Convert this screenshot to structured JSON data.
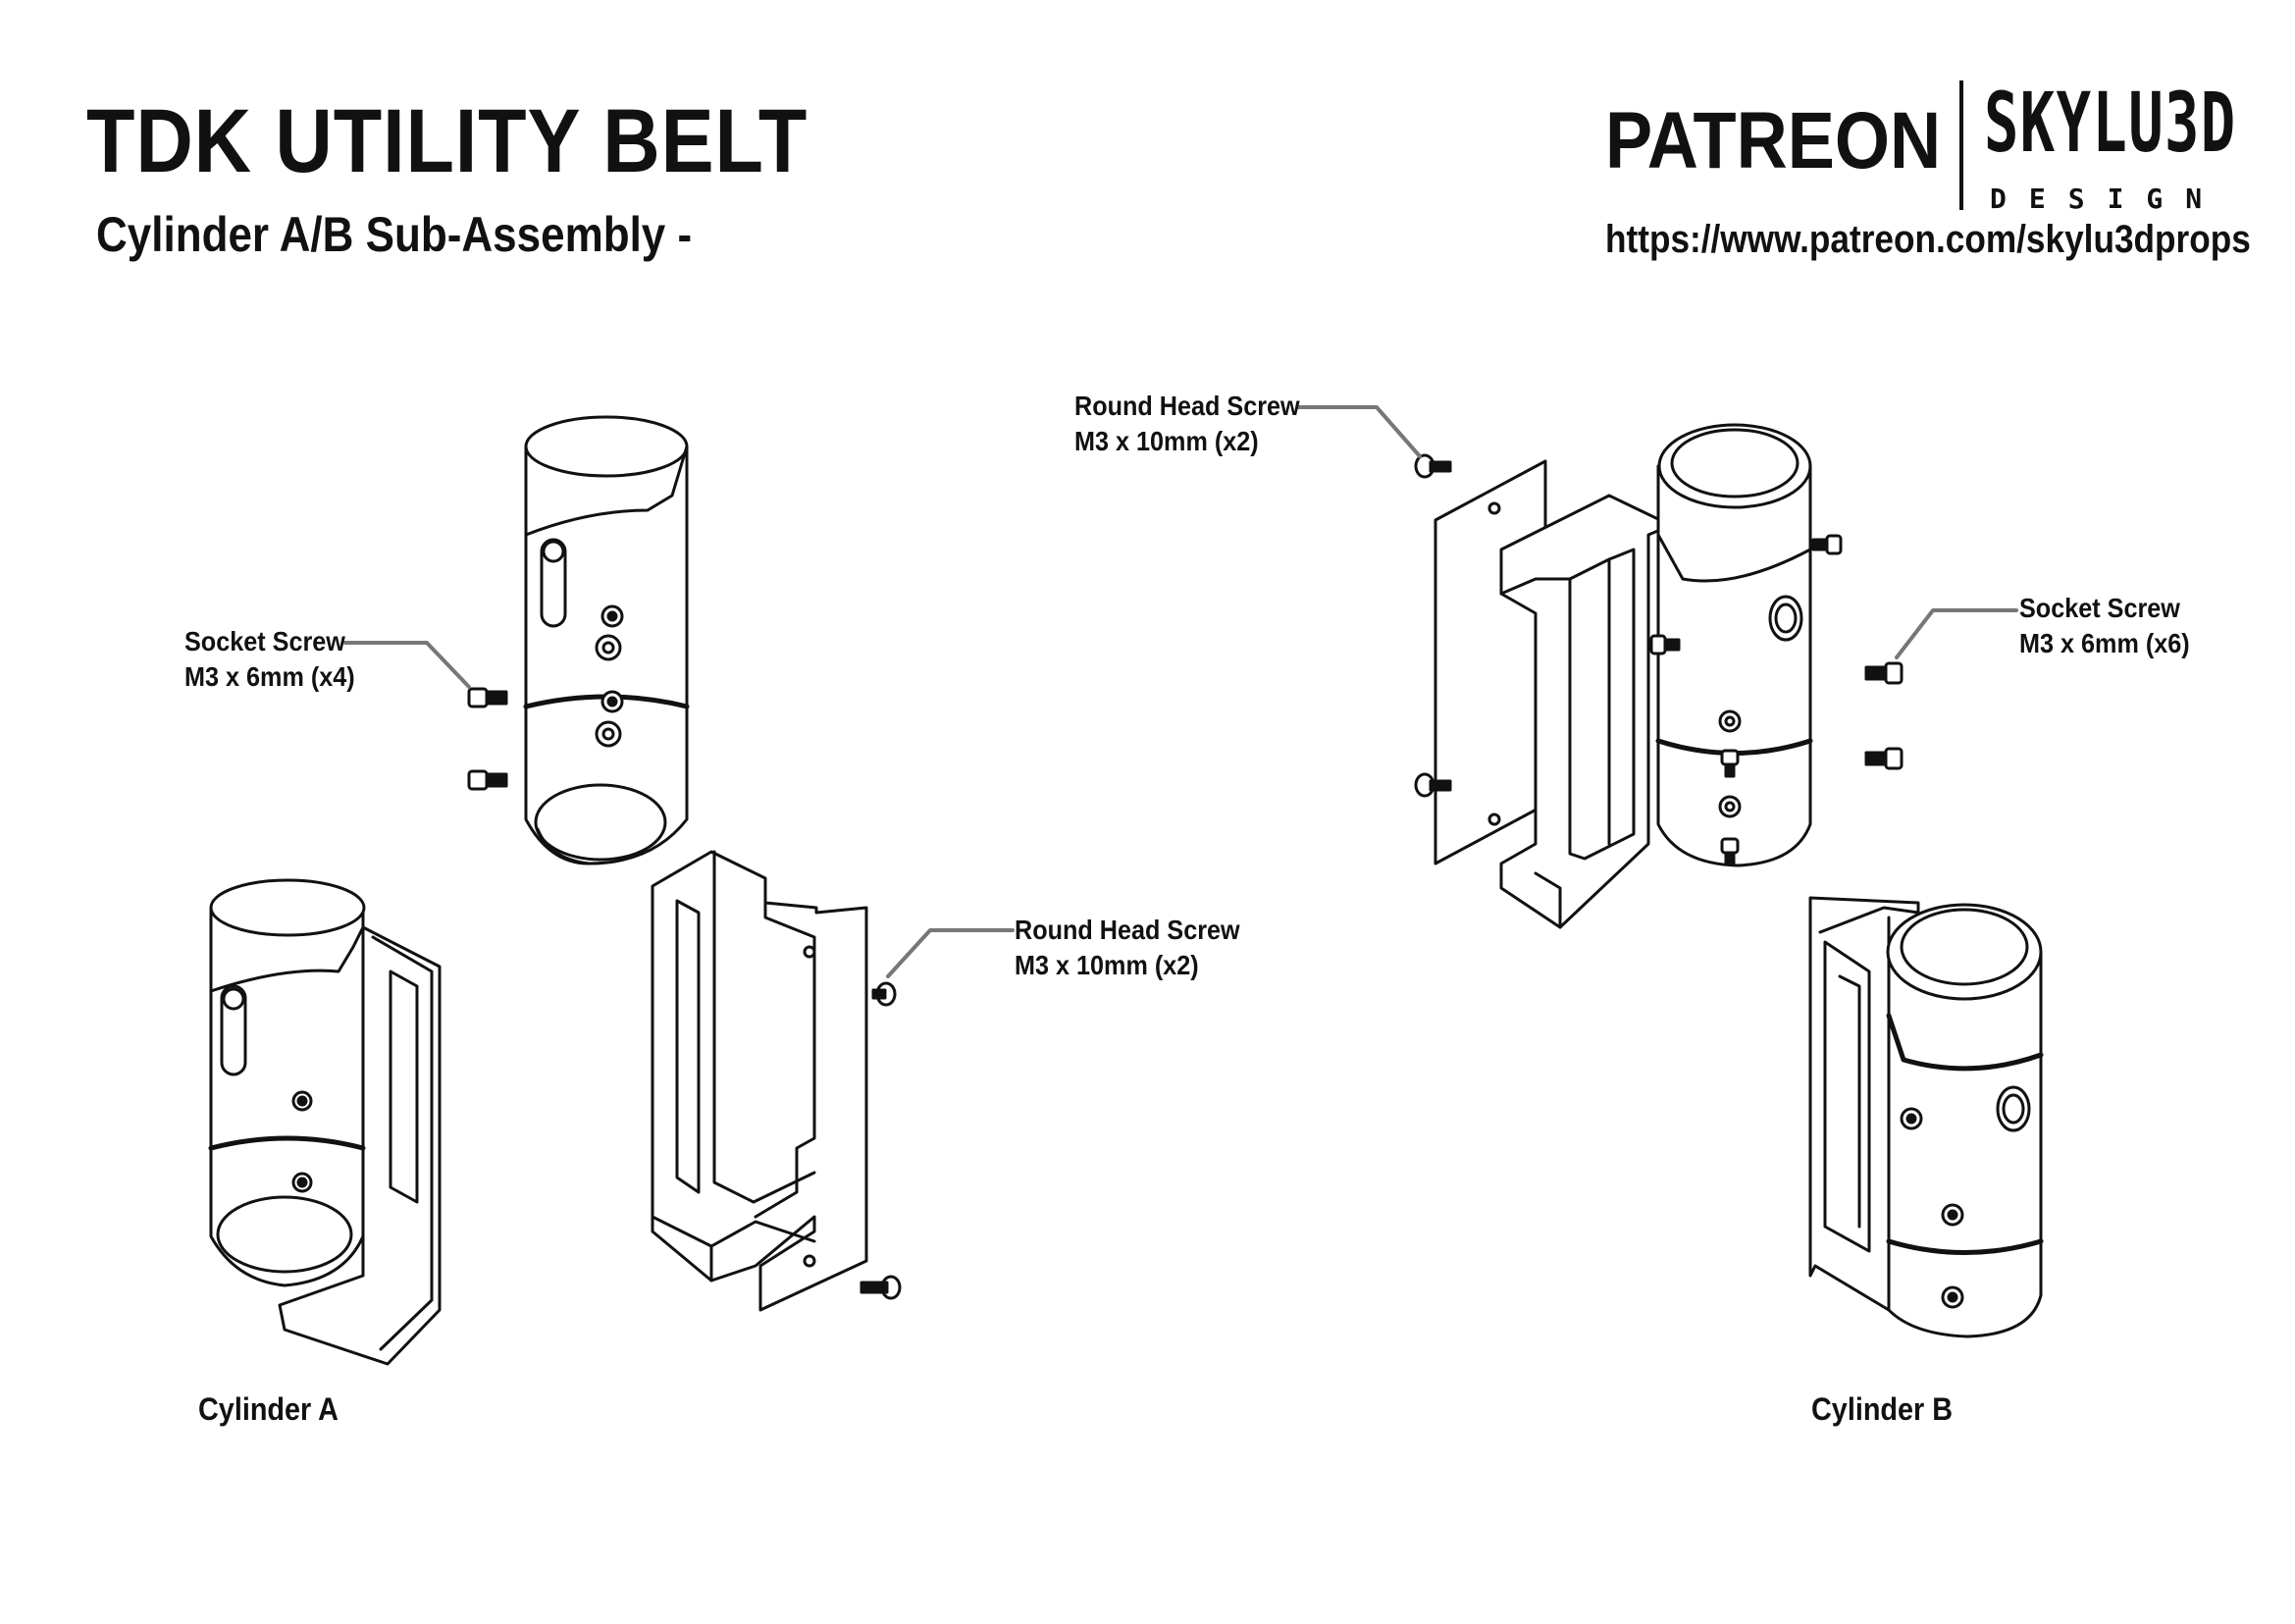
{
  "header": {
    "title": "TDK UTILITY BELT",
    "subtitle": "Cylinder A/B Sub-Assembly -",
    "patreon": "PATREON",
    "brand": "SKYLU3D",
    "brand_sub": "DESIGN",
    "url": "https://www.patreon.com/skylu3dprops"
  },
  "callouts": {
    "socket_a": {
      "line1": "Socket Screw",
      "line2": "M3 x 6mm (x4)"
    },
    "round_a": {
      "line1": "Round Head Screw",
      "line2": "M3 x 10mm (x2)"
    },
    "round_b": {
      "line1": "Round Head Screw",
      "line2": "M3 x 10mm (x2)"
    },
    "socket_b": {
      "line1": "Socket Screw",
      "line2": "M3 x 6mm (x6)"
    }
  },
  "captions": {
    "cylinder_a": "Cylinder A",
    "cylinder_b": "Cylinder B"
  }
}
